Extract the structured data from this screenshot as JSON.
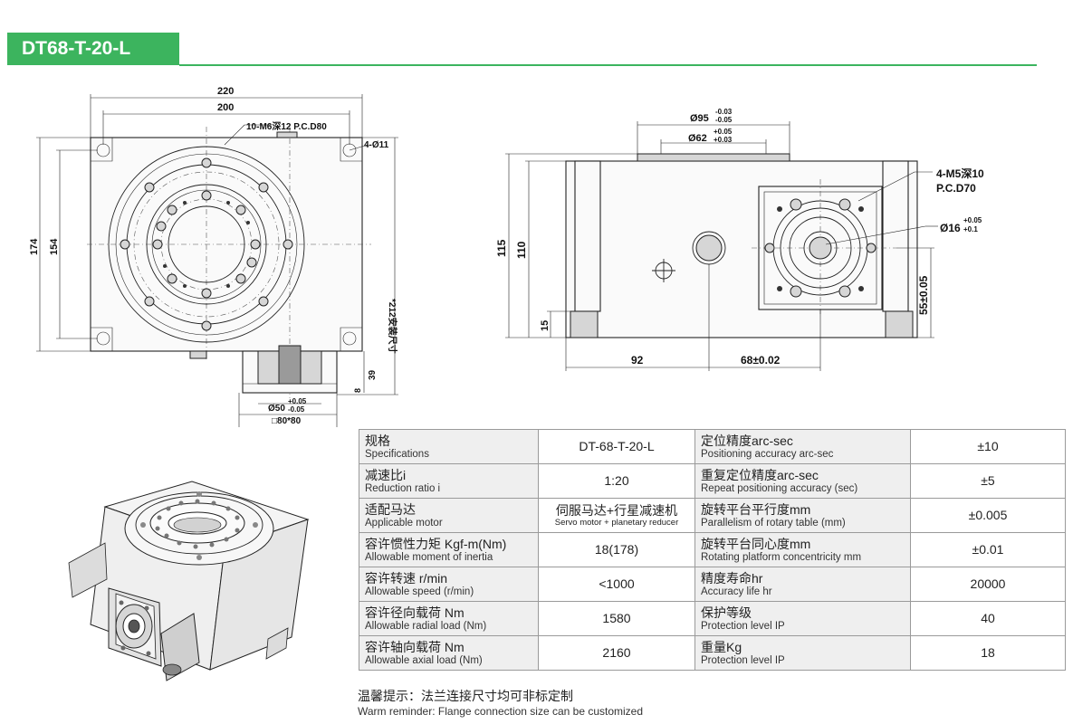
{
  "title": "DT68-T-20-L",
  "dimensions": {
    "d220": "220",
    "d200": "200",
    "bolt_note": "10-M6深12 P.C.D80",
    "holes_4": "4-Ø11",
    "d174": "174",
    "d154": "154",
    "d212": "*212安装尺寸",
    "d39": "39",
    "d8": "8",
    "d50": "Ø50",
    "d50_tol_up": "+0.05",
    "d50_tol_dn": "-0.05",
    "sq80": "□80*80",
    "d95": "Ø95",
    "d95_tol_up": "-0.03",
    "d95_tol_dn": "-0.05",
    "d62": "Ø62",
    "d62_tol_up": "+0.05",
    "d62_tol_dn": "+0.03",
    "m5_note_1": "4-M5深10",
    "m5_note_2": "P.C.D70",
    "d16": "Ø16",
    "d16_tol_up": "+0.05",
    "d16_tol_dn": "+0.1",
    "d115": "115",
    "d110": "110",
    "d15": "15",
    "d55": "55±0.05",
    "d92": "92",
    "d68": "68±0.02"
  },
  "specs": [
    {
      "l_zh": "规格",
      "l_en": "Specifications",
      "l_val": "DT-68-T-20-L",
      "r_zh": "定位精度arc-sec",
      "r_en": "Positioning accuracy arc-sec",
      "r_val": "±10"
    },
    {
      "l_zh": "减速比i",
      "l_en": "Reduction ratio i",
      "l_val": "1:20",
      "r_zh": "重复定位精度arc-sec",
      "r_en": "Repeat positioning accuracy (sec)",
      "r_val": "±5"
    },
    {
      "l_zh": "适配马达",
      "l_en": "Applicable motor",
      "l_val": "伺服马达+行星减速机",
      "l_val_sub": "Servo motor + planetary reducer",
      "r_zh": "旋转平台平行度mm",
      "r_en": "Parallelism of rotary table (mm)",
      "r_val": "±0.005"
    },
    {
      "l_zh": "容许惯性力矩 Kgf-m(Nm)",
      "l_en": "Allowable moment of inertia",
      "l_val": "18(178)",
      "r_zh": "旋转平台同心度mm",
      "r_en": "Rotating platform concentricity mm",
      "r_val": "±0.01"
    },
    {
      "l_zh": "容许转速 r/min",
      "l_en": "Allowable speed (r/min)",
      "l_val": "<1000",
      "r_zh": "精度寿命hr",
      "r_en": "Accuracy life hr",
      "r_val": "20000"
    },
    {
      "l_zh": "容许径向载荷 Nm",
      "l_en": "Allowable radial load (Nm)",
      "l_val": "1580",
      "r_zh": "保护等级",
      "r_en": "Protection level IP",
      "r_val": "40"
    },
    {
      "l_zh": "容许轴向载荷 Nm",
      "l_en": "Allowable axial load (Nm)",
      "l_val": "2160",
      "r_zh": "重量Kg",
      "r_en": "Protection level IP",
      "r_val": "18"
    }
  ],
  "reminder": {
    "zh": "温馨提示：法兰连接尺寸均可非标定制",
    "en": "Warm reminder: Flange connection size can be customized"
  }
}
